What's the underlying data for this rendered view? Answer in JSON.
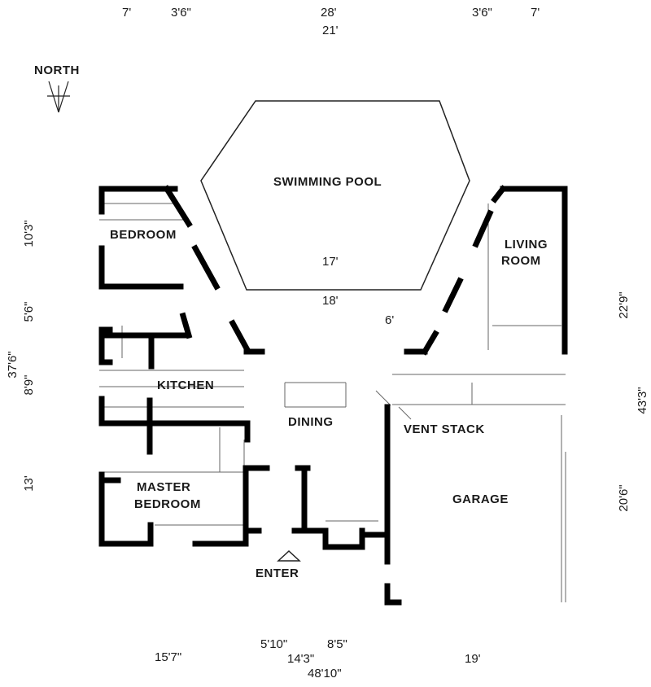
{
  "compass": {
    "label": "NORTH"
  },
  "rooms": {
    "pool": "SWIMMING POOL",
    "bedroom": "BEDROOM",
    "living_1": "LIVING",
    "living_2": "ROOM",
    "kitchen": "KITCHEN",
    "dining": "DINING",
    "vent": "VENT STACK",
    "garage": "GARAGE",
    "master_1": "MASTER",
    "master_2": "BEDROOM",
    "enter": "ENTER"
  },
  "dimensions": {
    "top": {
      "a": "7'",
      "b": "3'6\"",
      "c": "28'",
      "d": "21'",
      "e": "3'6\"",
      "f": "7'"
    },
    "left": {
      "a": "10'3\"",
      "b": "5'6\"",
      "c": "37'6\"",
      "d": "8'9\"",
      "e": "13'"
    },
    "right": {
      "a": "22'9\"",
      "b": "43'3\"",
      "c": "20'6\""
    },
    "interior": {
      "pool_inner": "17'",
      "pool_outer": "18'",
      "six": "6'"
    },
    "bottom": {
      "a": "15'7\"",
      "b": "5'10\"",
      "c": "8'5\"",
      "d": "14'3\"",
      "e": "48'10\"",
      "f": "19'"
    }
  }
}
